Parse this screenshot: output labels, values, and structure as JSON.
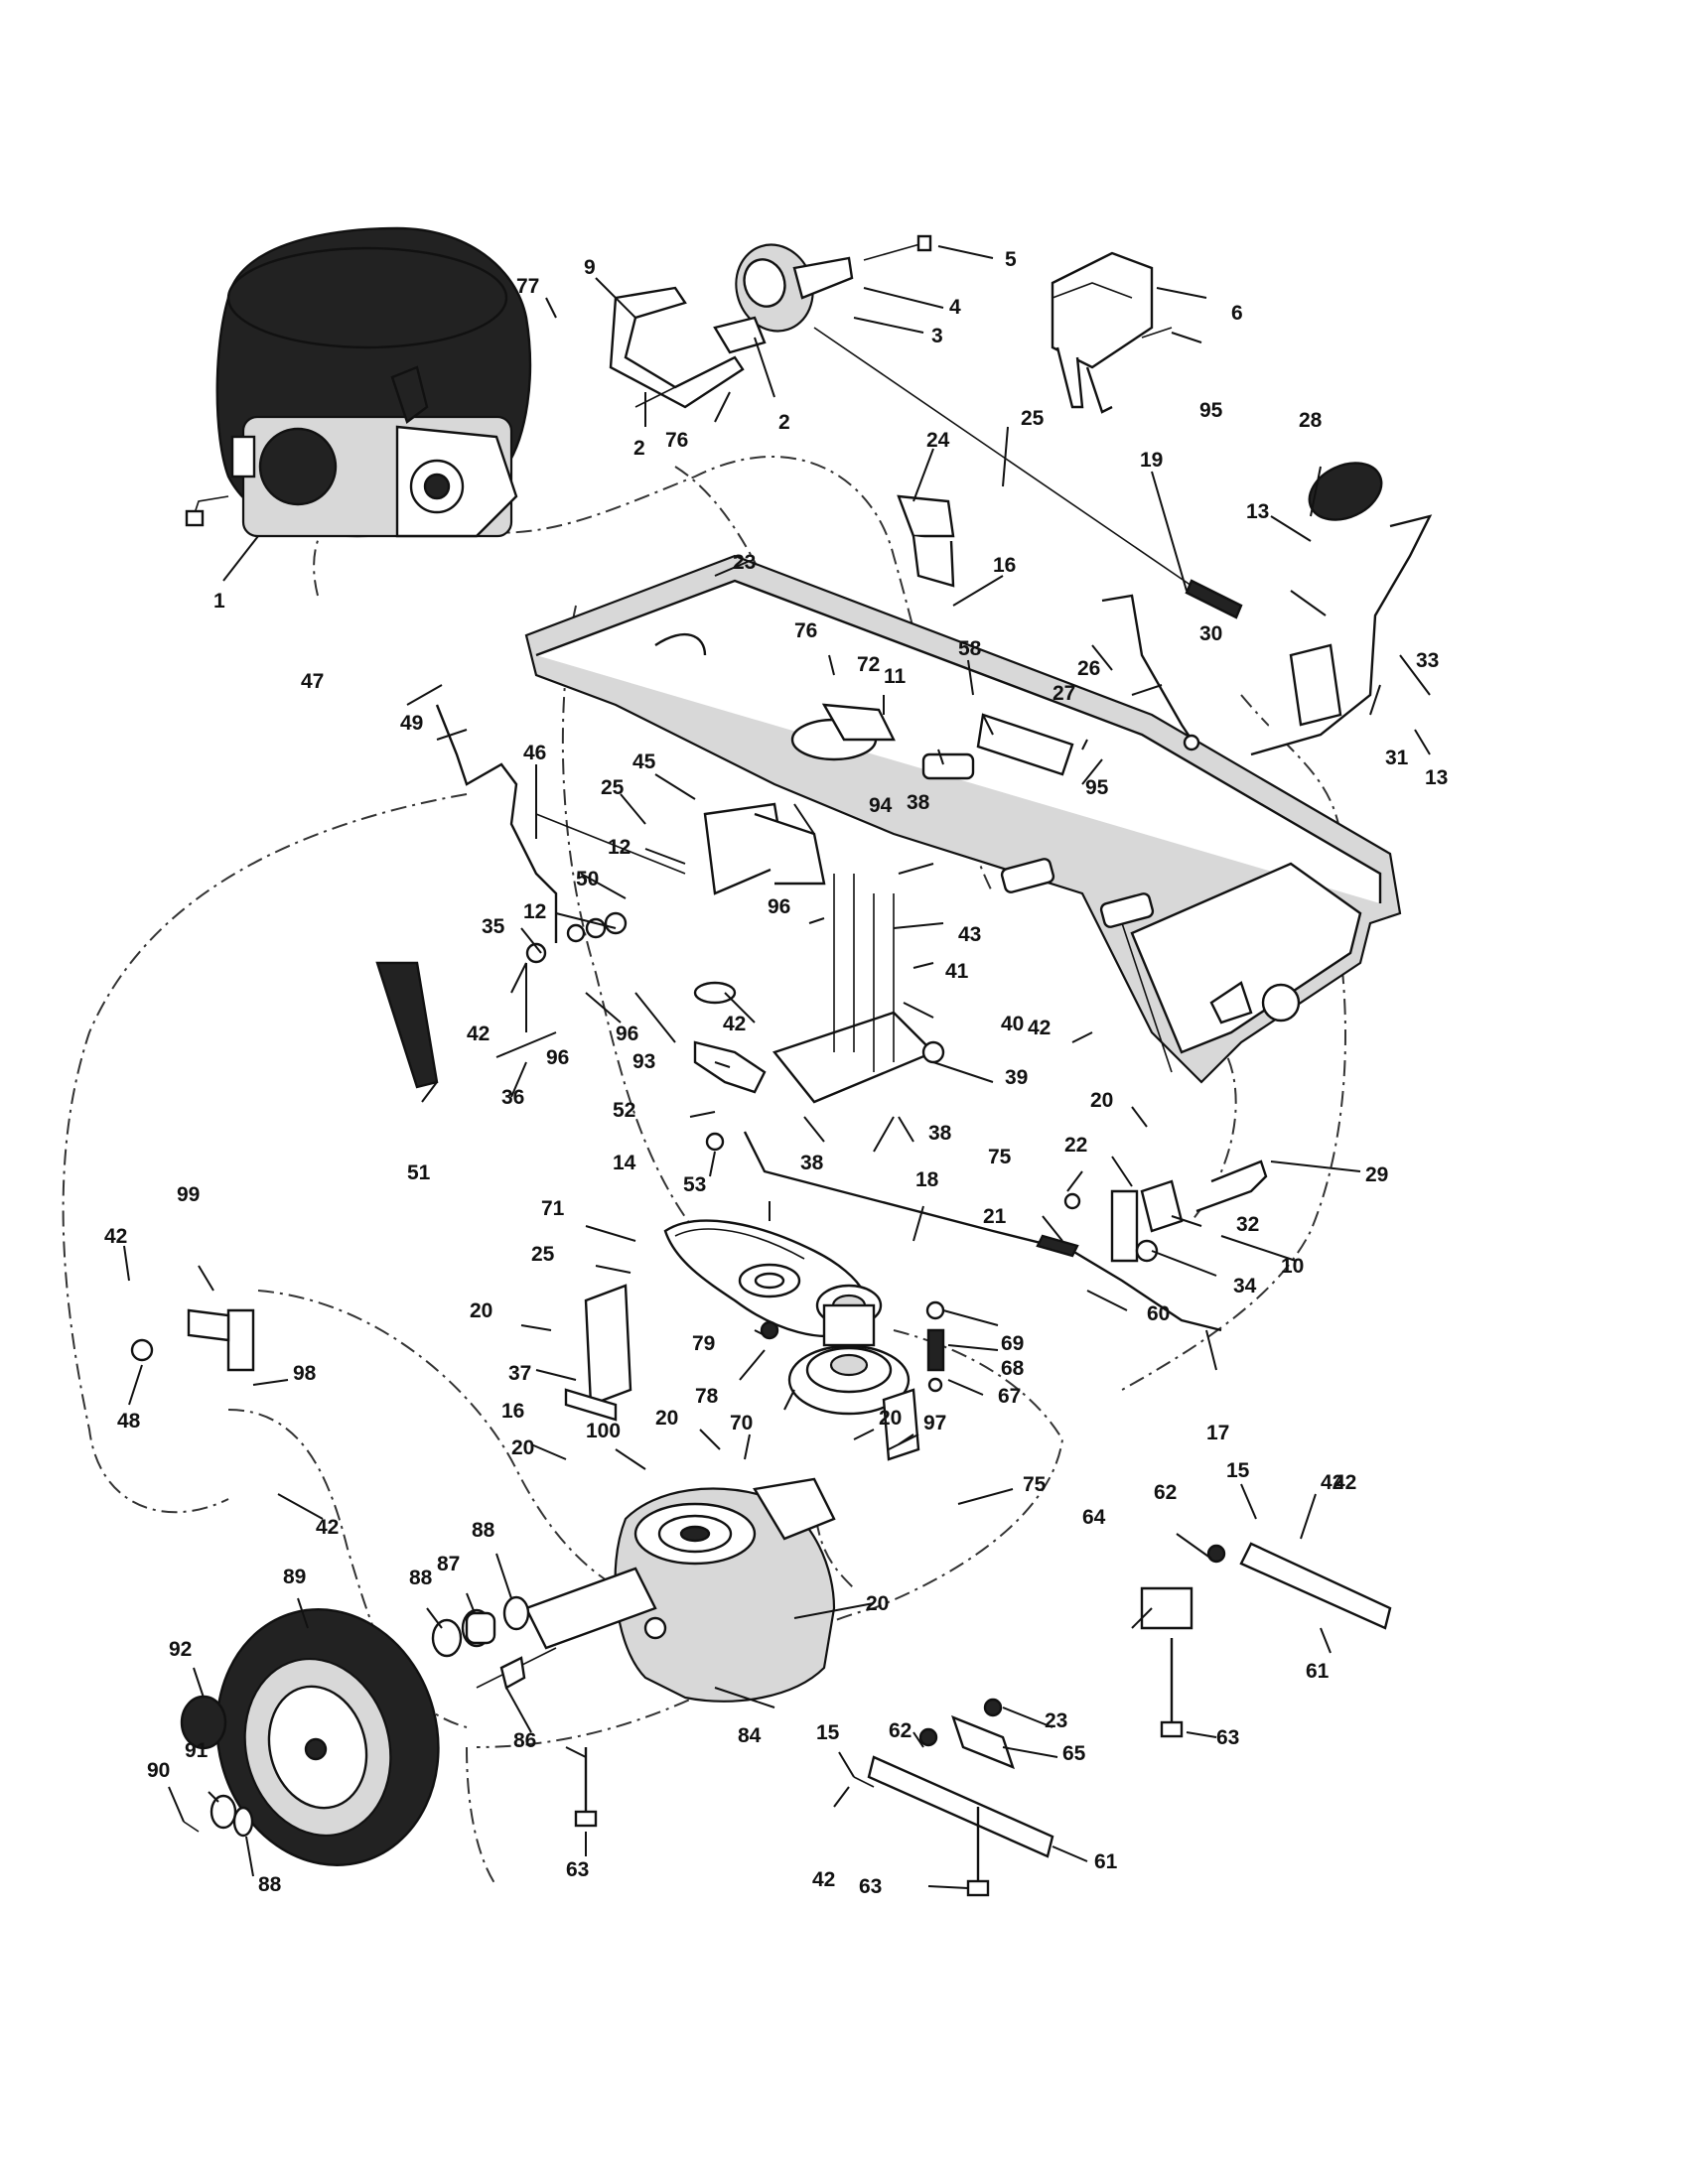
{
  "labels": [
    {
      "id": "l1",
      "text": "1"
    },
    {
      "id": "l2a",
      "text": "2"
    },
    {
      "id": "l2b",
      "text": "2"
    },
    {
      "id": "l3",
      "text": "3"
    },
    {
      "id": "l4",
      "text": "4"
    },
    {
      "id": "l5",
      "text": "5"
    },
    {
      "id": "l6",
      "text": "6"
    },
    {
      "id": "l9",
      "text": "9"
    },
    {
      "id": "l10",
      "text": "10"
    },
    {
      "id": "l11",
      "text": "11"
    },
    {
      "id": "l12a",
      "text": "12"
    },
    {
      "id": "l12b",
      "text": "12"
    },
    {
      "id": "l13a",
      "text": "13"
    },
    {
      "id": "l13b",
      "text": "13"
    },
    {
      "id": "l14",
      "text": "14"
    },
    {
      "id": "l15a",
      "text": "15"
    },
    {
      "id": "l15b",
      "text": "15"
    },
    {
      "id": "l16a",
      "text": "16"
    },
    {
      "id": "l16b",
      "text": "16"
    },
    {
      "id": "l17",
      "text": "17"
    },
    {
      "id": "l18",
      "text": "18"
    },
    {
      "id": "l19",
      "text": "19"
    },
    {
      "id": "l20a",
      "text": "20"
    },
    {
      "id": "l20b",
      "text": "20"
    },
    {
      "id": "l20c",
      "text": "20"
    },
    {
      "id": "l20d",
      "text": "20"
    },
    {
      "id": "l20e",
      "text": "20"
    },
    {
      "id": "l20f",
      "text": "20"
    },
    {
      "id": "l21",
      "text": "21"
    },
    {
      "id": "l22",
      "text": "22"
    },
    {
      "id": "l23a",
      "text": "23"
    },
    {
      "id": "l23b",
      "text": "23"
    },
    {
      "id": "l24",
      "text": "24"
    },
    {
      "id": "l25a",
      "text": "25"
    },
    {
      "id": "l25b",
      "text": "25"
    },
    {
      "id": "l25c",
      "text": "25"
    },
    {
      "id": "l26",
      "text": "26"
    },
    {
      "id": "l27",
      "text": "27"
    },
    {
      "id": "l28",
      "text": "28"
    },
    {
      "id": "l29",
      "text": "29"
    },
    {
      "id": "l30",
      "text": "30"
    },
    {
      "id": "l31",
      "text": "31"
    },
    {
      "id": "l32",
      "text": "32"
    },
    {
      "id": "l33",
      "text": "33"
    },
    {
      "id": "l34",
      "text": "34"
    },
    {
      "id": "l35",
      "text": "35"
    },
    {
      "id": "l36",
      "text": "36"
    },
    {
      "id": "l37",
      "text": "37"
    },
    {
      "id": "l38a",
      "text": "38"
    },
    {
      "id": "l38b",
      "text": "38"
    },
    {
      "id": "l38c",
      "text": "38"
    },
    {
      "id": "l39",
      "text": "39"
    },
    {
      "id": "l40",
      "text": "40"
    },
    {
      "id": "l41",
      "text": "41"
    },
    {
      "id": "l42a",
      "text": "42"
    },
    {
      "id": "l42b",
      "text": "42"
    },
    {
      "id": "l42c",
      "text": "42"
    },
    {
      "id": "l42d",
      "text": "42"
    },
    {
      "id": "l42e",
      "text": "42"
    },
    {
      "id": "l42f",
      "text": "42"
    },
    {
      "id": "l42g",
      "text": "42"
    },
    {
      "id": "l42h",
      "text": "42"
    },
    {
      "id": "l43",
      "text": "43"
    },
    {
      "id": "l45",
      "text": "45"
    },
    {
      "id": "l46",
      "text": "46"
    },
    {
      "id": "l47",
      "text": "47"
    },
    {
      "id": "l48",
      "text": "48"
    },
    {
      "id": "l49",
      "text": "49"
    },
    {
      "id": "l50",
      "text": "50"
    },
    {
      "id": "l51",
      "text": "51"
    },
    {
      "id": "l52",
      "text": "52"
    },
    {
      "id": "l53",
      "text": "53"
    },
    {
      "id": "l58",
      "text": "58"
    },
    {
      "id": "l60",
      "text": "60"
    },
    {
      "id": "l61a",
      "text": "61"
    },
    {
      "id": "l61b",
      "text": "61"
    },
    {
      "id": "l62a",
      "text": "62"
    },
    {
      "id": "l62b",
      "text": "62"
    },
    {
      "id": "l63a",
      "text": "63"
    },
    {
      "id": "l63b",
      "text": "63"
    },
    {
      "id": "l63c",
      "text": "63"
    },
    {
      "id": "l64",
      "text": "64"
    },
    {
      "id": "l65",
      "text": "65"
    },
    {
      "id": "l67",
      "text": "67"
    },
    {
      "id": "l68",
      "text": "68"
    },
    {
      "id": "l69",
      "text": "69"
    },
    {
      "id": "l70",
      "text": "70"
    },
    {
      "id": "l71",
      "text": "71"
    },
    {
      "id": "l72",
      "text": "72"
    },
    {
      "id": "l75a",
      "text": "75"
    },
    {
      "id": "l75b",
      "text": "75"
    },
    {
      "id": "l76a",
      "text": "76"
    },
    {
      "id": "l76b",
      "text": "76"
    },
    {
      "id": "l77",
      "text": "77"
    },
    {
      "id": "l78",
      "text": "78"
    },
    {
      "id": "l79",
      "text": "79"
    },
    {
      "id": "l84",
      "text": "84"
    },
    {
      "id": "l86",
      "text": "86"
    },
    {
      "id": "l87",
      "text": "87"
    },
    {
      "id": "l88a",
      "text": "88"
    },
    {
      "id": "l88b",
      "text": "88"
    },
    {
      "id": "l88c",
      "text": "88"
    },
    {
      "id": "l89",
      "text": "89"
    },
    {
      "id": "l90",
      "text": "90"
    },
    {
      "id": "l91",
      "text": "91"
    },
    {
      "id": "l92",
      "text": "92"
    },
    {
      "id": "l93",
      "text": "93"
    },
    {
      "id": "l94",
      "text": "94"
    },
    {
      "id": "l95a",
      "text": "95"
    },
    {
      "id": "l95b",
      "text": "95"
    },
    {
      "id": "l96a",
      "text": "96"
    },
    {
      "id": "l96b",
      "text": "96"
    },
    {
      "id": "l96c",
      "text": "96"
    },
    {
      "id": "l97",
      "text": "97"
    },
    {
      "id": "l98",
      "text": "98"
    },
    {
      "id": "l99",
      "text": "99"
    },
    {
      "id": "l100",
      "text": "100"
    }
  ]
}
